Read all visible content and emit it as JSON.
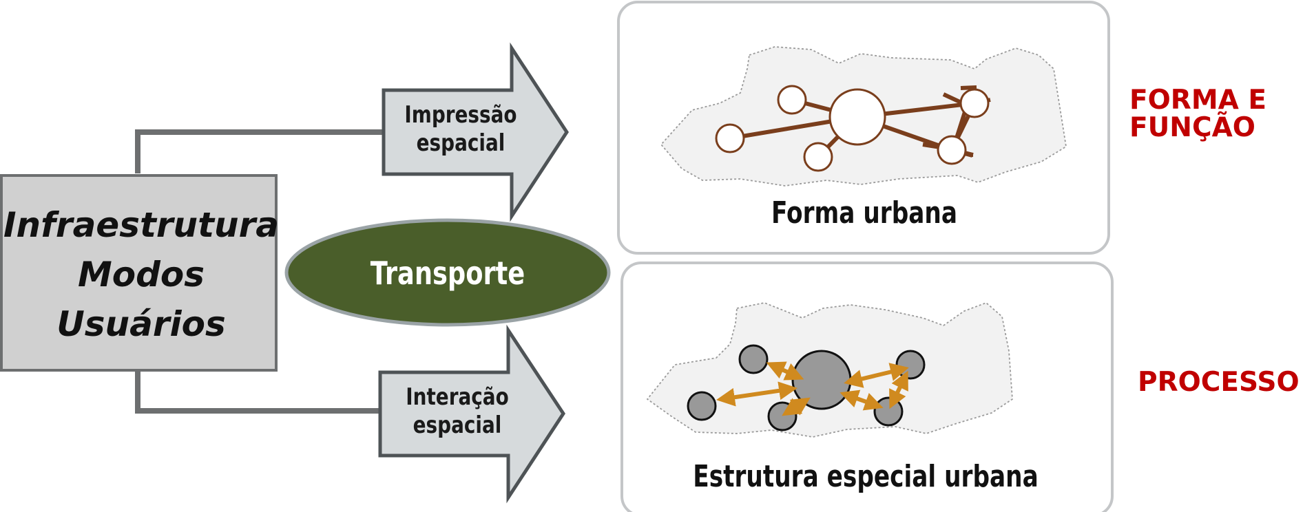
{
  "left_box": {
    "lines": [
      "Infraestrutura",
      "Modos",
      "Usuários"
    ]
  },
  "center": {
    "label": "Transporte"
  },
  "arrows": {
    "top": {
      "line1": "Impressão",
      "line2": "espacial"
    },
    "bottom": {
      "line1": "Interação",
      "line2": "espacial"
    }
  },
  "panels": {
    "top": {
      "caption": "Forma urbana"
    },
    "bottom": {
      "caption": "Estrutura especial urbana"
    }
  },
  "side_labels": {
    "top_line1": "FORMA E",
    "top_line2": "FUNÇÃO",
    "bottom": "PROCESSO"
  },
  "colors": {
    "brown": "#7a3e1c",
    "orange": "#d08a1f",
    "green_ellipse": "#4a5e2a",
    "red_label": "#c00000",
    "gray_box": "#d0d0d0",
    "arrow_fill": "#d6dadc",
    "arrow_stroke": "#4e5356"
  }
}
